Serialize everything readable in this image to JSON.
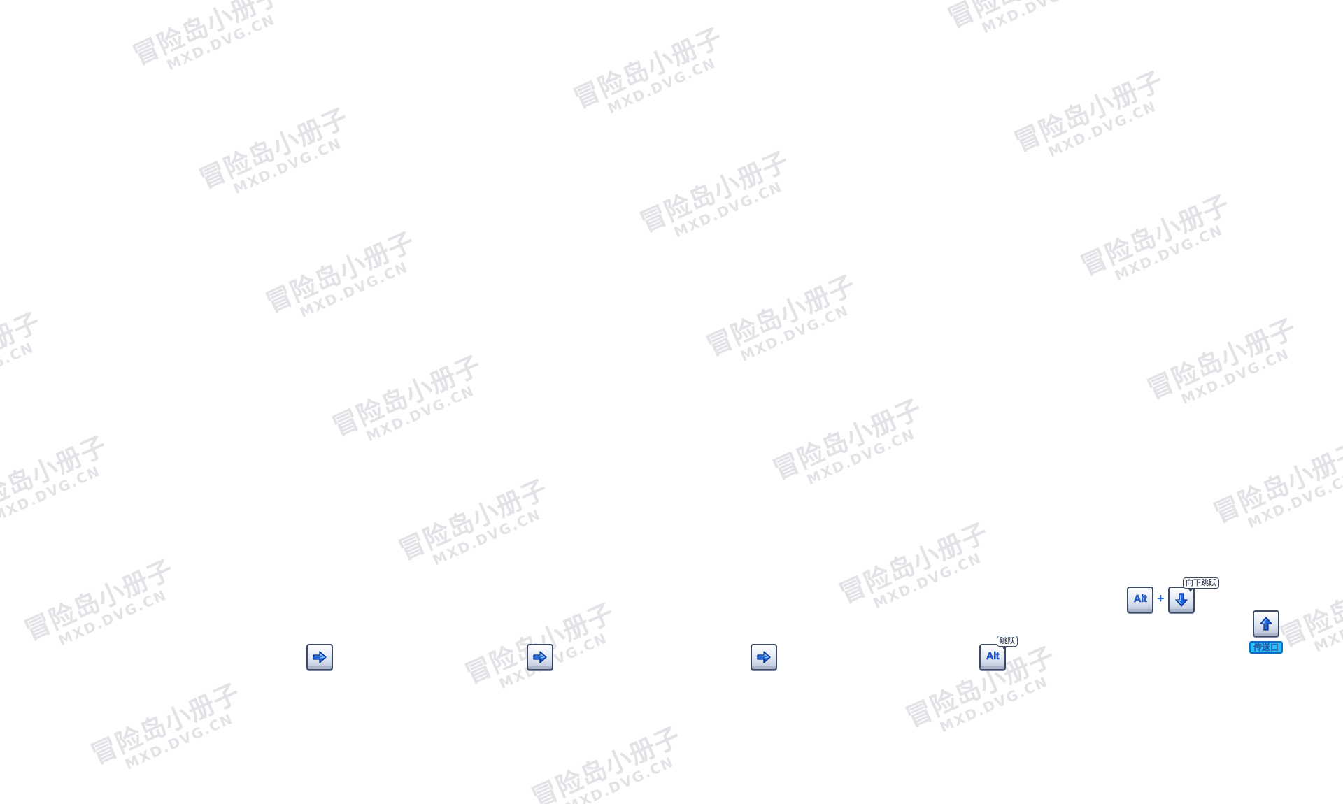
{
  "watermark": {
    "main": "冒险岛小册子",
    "sub": "MXD.DVG.CN"
  },
  "keys": {
    "right_arrow": "right-arrow-icon",
    "down_arrow": "down-arrow-icon",
    "up_arrow": "up-arrow-icon",
    "alt_label": "Alt"
  },
  "labels": {
    "jump": "跳跃",
    "down_jump": "向下跳跃",
    "plus": "+",
    "portal": "传送口"
  },
  "colors": {
    "key_glyph": "#1e63e0",
    "key_border": "#3d4a66",
    "portal_bg": "#29c0ff",
    "watermark": "#c9cdd3"
  }
}
